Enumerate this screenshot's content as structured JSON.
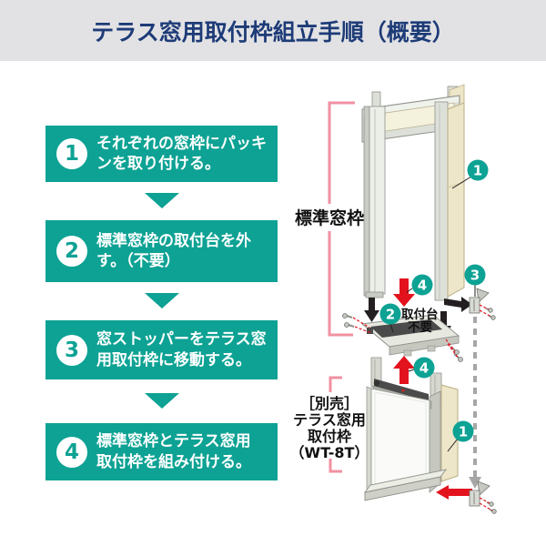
{
  "title": "テラス窓用取付枠組立手順（概要）",
  "steps": [
    {
      "num": "1",
      "text": "それぞれの窓枠にパッキ\nンを取り付ける。"
    },
    {
      "num": "2",
      "text": "標準窓枠の取付台を外\nす。（不要）"
    },
    {
      "num": "3",
      "text": "窓ストッパーをテラス窓\n用取付枠に移動する。"
    },
    {
      "num": "4",
      "text": "標準窓枠とテラス窓用\n取付枠を組み付ける。"
    }
  ],
  "diagram": {
    "standard_frame_label": "標準窓枠",
    "base_note": {
      "line1": "取付台",
      "line2": "不要"
    },
    "sold_separately": [
      "［別売］",
      "テラス窓用",
      "取付枠",
      "（WT-8T）"
    ],
    "markers": {
      "one": "1",
      "two": "2",
      "three": "3",
      "four": "4"
    }
  },
  "colors": {
    "teal": "#0da294",
    "title_navy": "#1d3b77",
    "header_bg": "#e2e2e4",
    "pink_bracket": "#f191a2",
    "red_arrow": "#e3131e",
    "beige_packing": "#ede6c8"
  }
}
